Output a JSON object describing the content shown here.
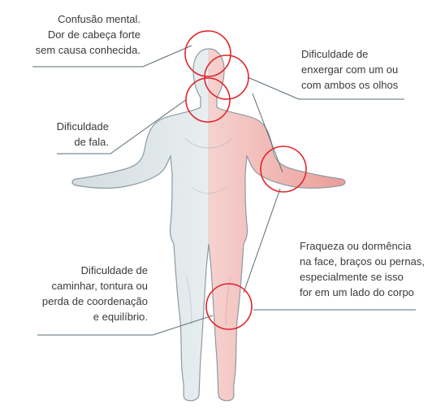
{
  "callouts": {
    "confusion": {
      "lines": [
        "Confusão mental.",
        "Dor de cabeça forte",
        "sem causa conhecida."
      ]
    },
    "vision": {
      "lines": [
        "Dificuldade de",
        "enxergar com um ou",
        "com ambos os olhos"
      ]
    },
    "speech": {
      "lines": [
        "Dificuldade",
        "de fala."
      ]
    },
    "weakness": {
      "lines": [
        "Fraqueza ou dormência",
        "na face, braços ou pernas,",
        "especialmente se isso",
        "for em um lado do corpo"
      ]
    },
    "walking": {
      "lines": [
        "Dificuldade de",
        "caminhar, tontura ou",
        "perda de coordenação",
        "e equilíbrio."
      ]
    }
  },
  "colors": {
    "circle": "#e0252b",
    "leader": "#5a6b75",
    "body_left": "#c9d3d8",
    "body_right": "#f1b7b4",
    "body_outline": "#8b9ba3"
  }
}
